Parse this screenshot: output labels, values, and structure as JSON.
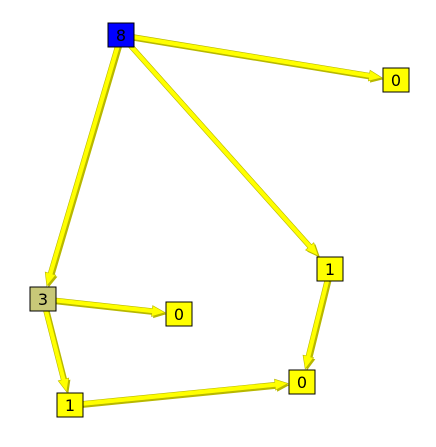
{
  "graph": {
    "colors": {
      "edge_fill": "#ffff00",
      "edge_shade": "#b8b800",
      "node_default": "#ffff00",
      "node_root": "#0000ff",
      "node_intermediate": "#c8c878",
      "node_border": "#000000",
      "label": "#000000"
    },
    "nodes": [
      {
        "id": "n8",
        "label": "8",
        "kind": "root"
      },
      {
        "id": "n0a",
        "label": "0",
        "kind": "leaf"
      },
      {
        "id": "n1a",
        "label": "1",
        "kind": "leaf"
      },
      {
        "id": "n3",
        "label": "3",
        "kind": "intermediate"
      },
      {
        "id": "n0b",
        "label": "0",
        "kind": "leaf"
      },
      {
        "id": "n0c",
        "label": "0",
        "kind": "leaf"
      },
      {
        "id": "n1b",
        "label": "1",
        "kind": "leaf"
      }
    ],
    "edges": [
      {
        "from": "n8",
        "to": "n0a"
      },
      {
        "from": "n8",
        "to": "n1a"
      },
      {
        "from": "n8",
        "to": "n3"
      },
      {
        "from": "n1a",
        "to": "n0c"
      },
      {
        "from": "n3",
        "to": "n0b"
      },
      {
        "from": "n3",
        "to": "n1b"
      },
      {
        "from": "n1b",
        "to": "n0c"
      }
    ]
  }
}
